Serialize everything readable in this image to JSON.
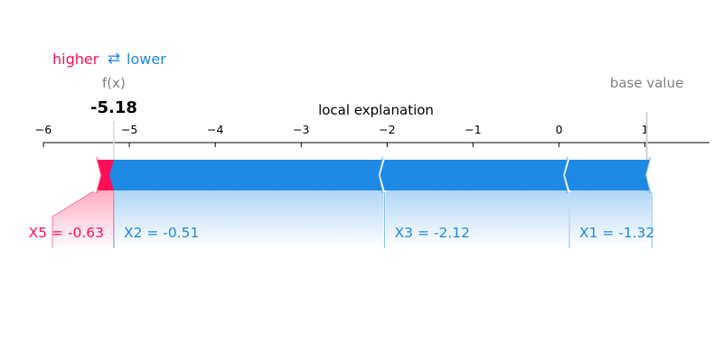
{
  "legend": {
    "higher": "higher",
    "arrow": "⇄",
    "lower": "lower"
  },
  "colors": {
    "positive": "#ff0d57",
    "negative": "#1e88e5",
    "muted": "#808080",
    "axis": "#000000"
  },
  "chart_data": {
    "type": "force",
    "title": "local explanation",
    "output_label": "f(x)",
    "output_value": -5.18,
    "output_text": "-5.18",
    "base_label": "base value",
    "base_value": 1.02,
    "xlim": [
      -6.0,
      1.75
    ],
    "ticks": [
      -6,
      -5,
      -4,
      -3,
      -2,
      -1,
      0,
      1
    ],
    "tick_labels": [
      "−6",
      "−5",
      "−4",
      "−3",
      "−2",
      "−1",
      "0",
      "1"
    ],
    "features": [
      {
        "name": "X5",
        "label": "X5 = -0.63",
        "effect": "positive",
        "start": -5.4,
        "end": -5.18
      },
      {
        "name": "X2",
        "label": "X2 = -0.51",
        "effect": "negative",
        "start": -5.18,
        "end": -2.03
      },
      {
        "name": "X3",
        "label": "X3 = -2.12",
        "effect": "negative",
        "start": -2.03,
        "end": 0.12
      },
      {
        "name": "X1",
        "label": "X1 = -1.32",
        "effect": "negative",
        "start": 0.12,
        "end": 1.08
      }
    ]
  }
}
